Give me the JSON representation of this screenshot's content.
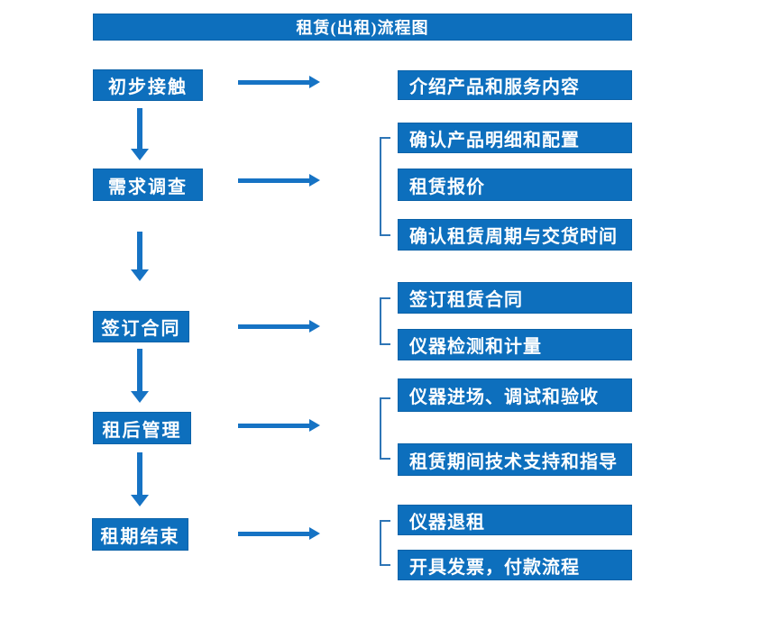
{
  "title": "租赁(出租)流程图",
  "colors": {
    "box_fill": "#0d6fbd",
    "arrow": "#1673c4",
    "bracket": "#2e75b6",
    "text": "#ffffff",
    "background": "#ffffff"
  },
  "steps": [
    {
      "label": "初步接触"
    },
    {
      "label": "需求调查"
    },
    {
      "label": "签订合同"
    },
    {
      "label": "租后管理"
    },
    {
      "label": "租期结束"
    }
  ],
  "details": [
    {
      "label": "介绍产品和服务内容"
    },
    {
      "label": "确认产品明细和配置"
    },
    {
      "label": "租赁报价"
    },
    {
      "label": "确认租赁周期与交货时间"
    },
    {
      "label": "签订租赁合同"
    },
    {
      "label": "仪器检测和计量"
    },
    {
      "label": "仪器进场、调试和验收"
    },
    {
      "label": "租赁期间技术支持和指导"
    },
    {
      "label": "仪器退租"
    },
    {
      "label": "开具发票，付款流程"
    }
  ]
}
